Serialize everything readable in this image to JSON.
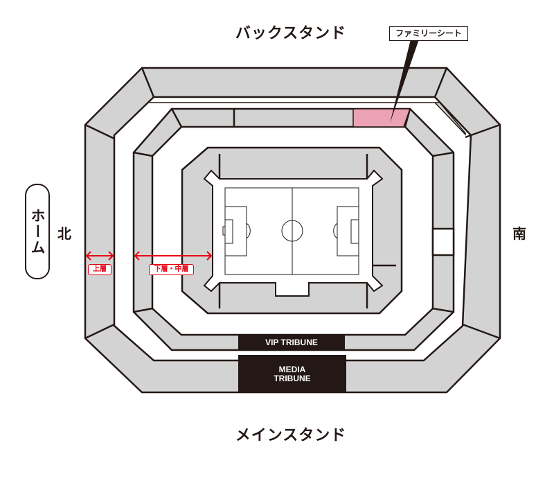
{
  "stands": {
    "back": "バックスタンド",
    "main": "メインスタンド"
  },
  "directions": {
    "north": "北",
    "south": "南"
  },
  "home_label": "ホーム",
  "family_seat_label": "ファミリーシート",
  "tiers": {
    "upper": "上層",
    "lower_middle": "下層・中層"
  },
  "tribunes": {
    "vip": "VIP TRIBUNE",
    "media_line1": "MEDIA",
    "media_line2": "TRIBUNE"
  },
  "colors": {
    "seat": "#d3d3d3",
    "outline": "#231815",
    "family": "#eba2b4",
    "accent": "#e60012"
  }
}
